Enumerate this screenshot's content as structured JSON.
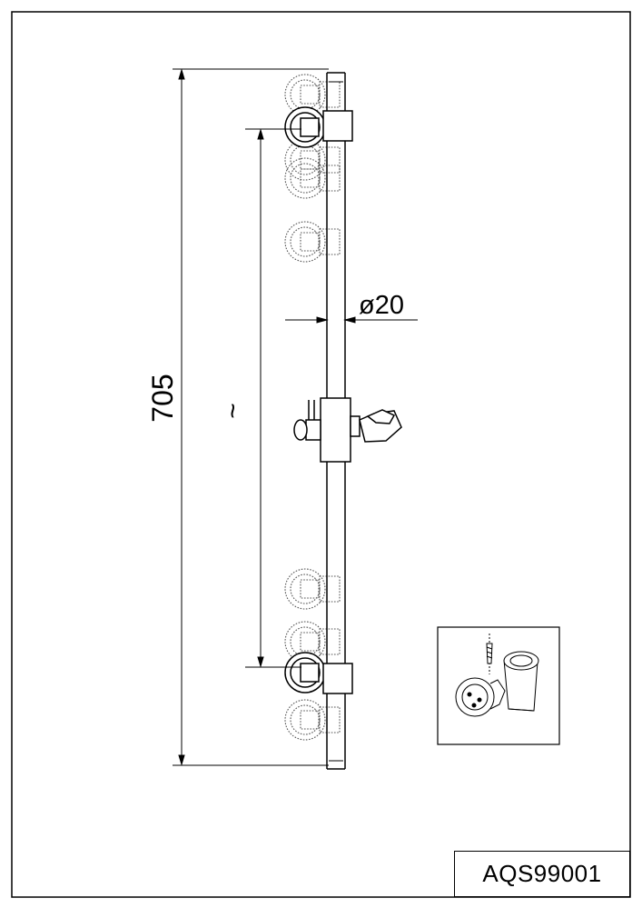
{
  "drawing": {
    "overall_length": "705",
    "diameter": "ø20",
    "adjustable_range": "~",
    "product_code": "AQS99001"
  },
  "detail_inset": {
    "subject": "wall bracket with fixing screw"
  },
  "colors": {
    "line": "#000000",
    "ghost": "#555555",
    "background": "#ffffff"
  }
}
